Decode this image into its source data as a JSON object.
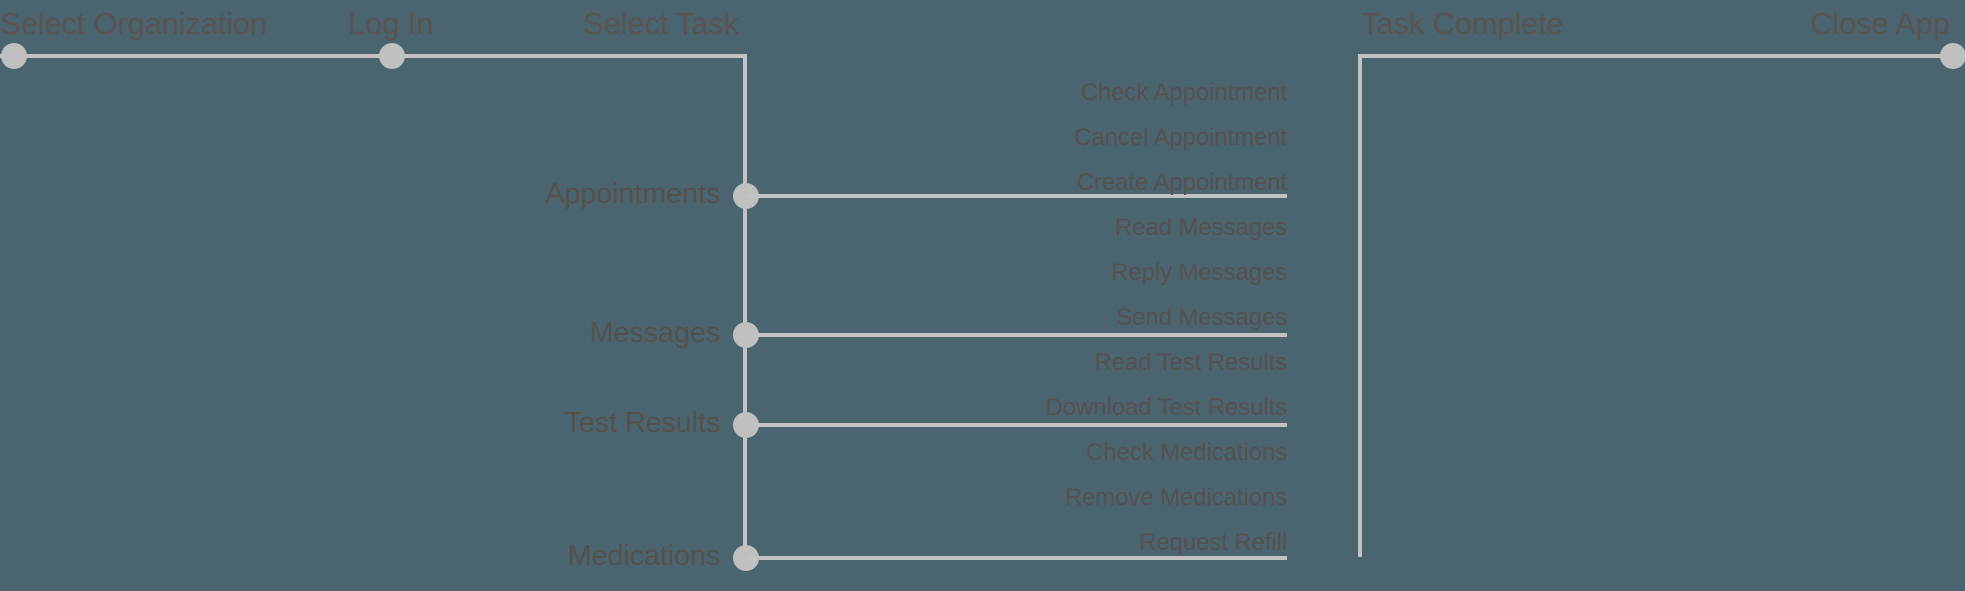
{
  "diagram": {
    "background_color": "#4a6570",
    "line_color": "#c3c3c3",
    "node_color": "#c0c0c0",
    "text_color": "#56504d",
    "stages": [
      {
        "label": "Select Organization"
      },
      {
        "label": "Log In"
      },
      {
        "label": "Select Task"
      },
      {
        "label": "Task Complete"
      },
      {
        "label": "Close App"
      }
    ],
    "categories": [
      {
        "label": "Appointments"
      },
      {
        "label": "Messages"
      },
      {
        "label": "Test Results"
      },
      {
        "label": "Medications"
      }
    ],
    "tasks": [
      {
        "label": "Check Appointment"
      },
      {
        "label": "Cancel Appointment"
      },
      {
        "label": "Create Appointment"
      },
      {
        "label": "Read Messages"
      },
      {
        "label": "Reply Messages"
      },
      {
        "label": "Send Messages"
      },
      {
        "label": "Read Test Results"
      },
      {
        "label": "Download Test Results"
      },
      {
        "label": "Check Medications"
      },
      {
        "label": "Remove Medications"
      },
      {
        "label": "Request Refill"
      }
    ]
  }
}
